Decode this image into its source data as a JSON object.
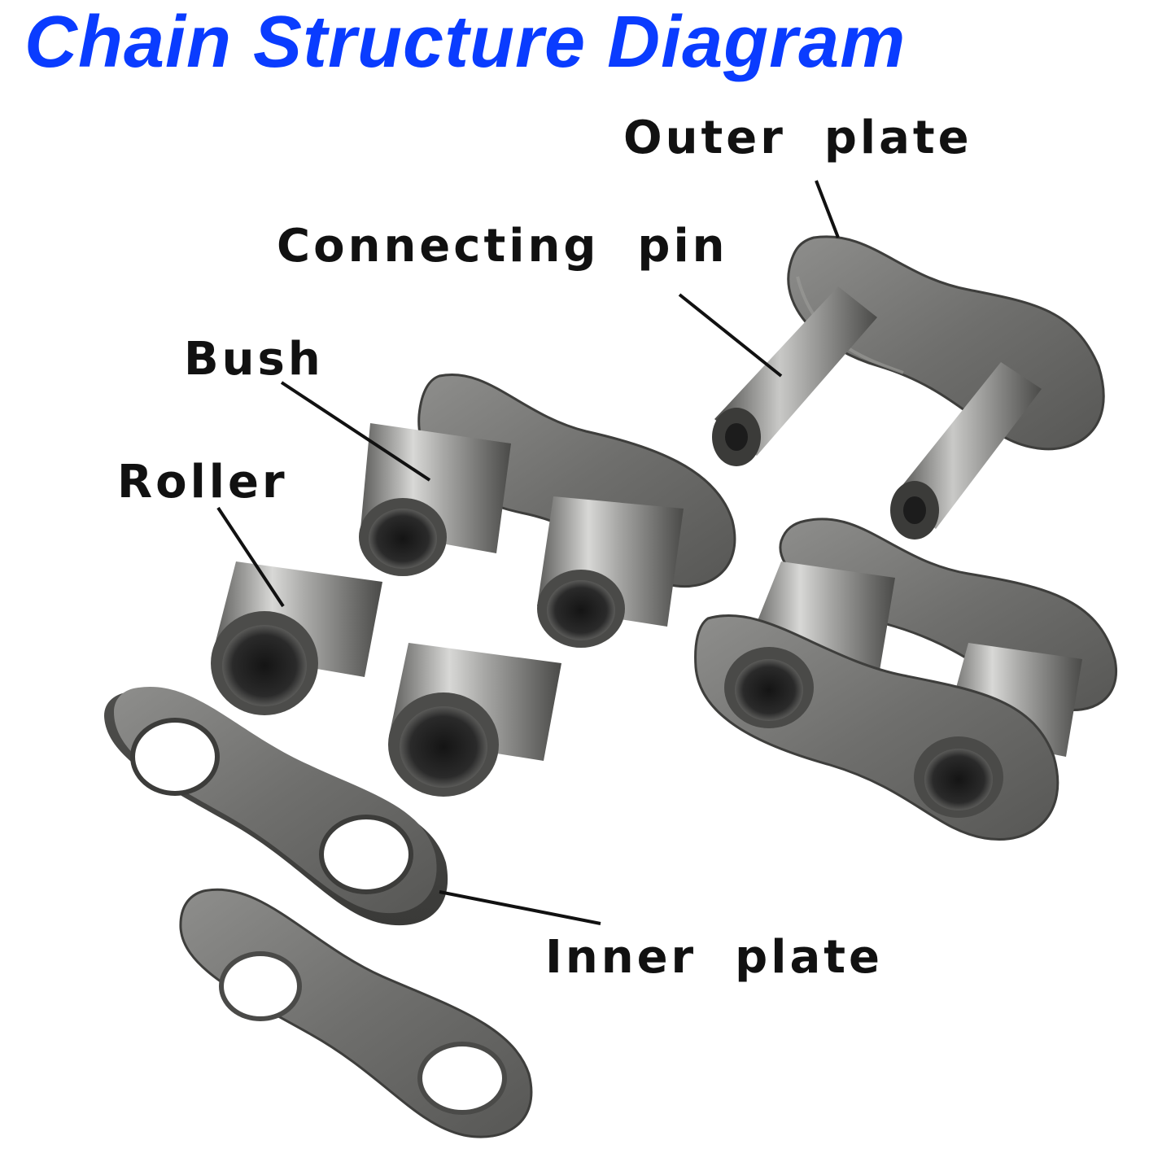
{
  "title": "Chain Structure Diagram",
  "labels": {
    "outer_plate": "Outer  plate",
    "connecting_pin": "Connecting  pin",
    "bush": "Bush",
    "roller": "Roller",
    "inner_plate": "Inner  plate"
  },
  "colors": {
    "title": "#0a3cff",
    "label": "#111111",
    "leader": "#111111"
  }
}
